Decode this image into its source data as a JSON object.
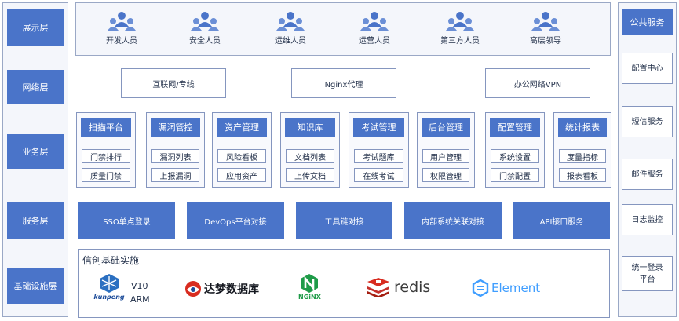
{
  "layers": [
    "展示层",
    "网络层",
    "业务层",
    "服务层",
    "基础设施层"
  ],
  "users": [
    "开发人员",
    "安全人员",
    "运维人员",
    "运营人员",
    "第三方人员",
    "高层领导"
  ],
  "network": [
    "互联网/专线",
    "Nginx代理",
    "办公网络VPN"
  ],
  "modules": [
    {
      "title": "扫描平台",
      "items": [
        "门禁排行",
        "质量门禁"
      ]
    },
    {
      "title": "漏洞管控",
      "items": [
        "漏洞列表",
        "上报漏洞"
      ]
    },
    {
      "title": "资产管理",
      "items": [
        "风险看板",
        "应用资产"
      ]
    },
    {
      "title": "知识库",
      "items": [
        "文档列表",
        "上传文档"
      ]
    },
    {
      "title": "考试管理",
      "items": [
        "考试题库",
        "在线考试"
      ]
    },
    {
      "title": "后台管理",
      "items": [
        "用户管理",
        "权限管理"
      ]
    },
    {
      "title": "配置管理",
      "items": [
        "系统设置",
        "门禁配置"
      ]
    },
    {
      "title": "统计报表",
      "items": [
        "度量指标",
        "报表看板"
      ]
    }
  ],
  "services": [
    "SSO单点登录",
    "DevOps平台对接",
    "工具链对接",
    "内部系统关联对接",
    "API接口服务"
  ],
  "infra": {
    "title": "信创基础实施",
    "kunpeng_text": "kunpeng",
    "kunpeng_version_1": "V10",
    "kunpeng_version_2": "ARM",
    "dameng": "达梦数据库",
    "nginx": "NGiNX",
    "redis": "redis",
    "element": "Element"
  },
  "right_panel": {
    "title": "公共服务",
    "items": [
      "配置中心",
      "短信服务",
      "邮件服务",
      "日志监控",
      "统一登录平台"
    ]
  },
  "colors": {
    "accent": "#4a74c9",
    "border": "#8596bf",
    "panel_bg": "#f4f6fb",
    "redis": "#d82c20",
    "nginx": "#1e9b48",
    "element": "#409eff",
    "kunpeng": "#2a6fc1"
  }
}
